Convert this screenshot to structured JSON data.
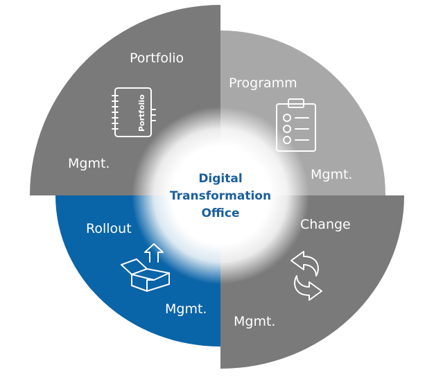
{
  "center": {
    "line1": "Digital",
    "line2": "Transformation",
    "line3": "Office"
  },
  "quadrants": {
    "portfolio": {
      "title": "Portfolio",
      "suffix": "Mgmt.",
      "icon": "portfolio-binder-icon",
      "icon_text": "Portfolio",
      "color": "#7a7a7a"
    },
    "programm": {
      "title": "Programm",
      "suffix": "Mgmt.",
      "icon": "clipboard-checklist-icon",
      "color": "#a8a8a8"
    },
    "rollout": {
      "title": "Rollout",
      "suffix": "Mgmt.",
      "icon": "box-upload-icon",
      "color": "#0a64a8"
    },
    "change": {
      "title": "Change",
      "suffix": "Mgmt.",
      "icon": "cycle-arrows-icon",
      "color": "#7a7a7a"
    }
  }
}
